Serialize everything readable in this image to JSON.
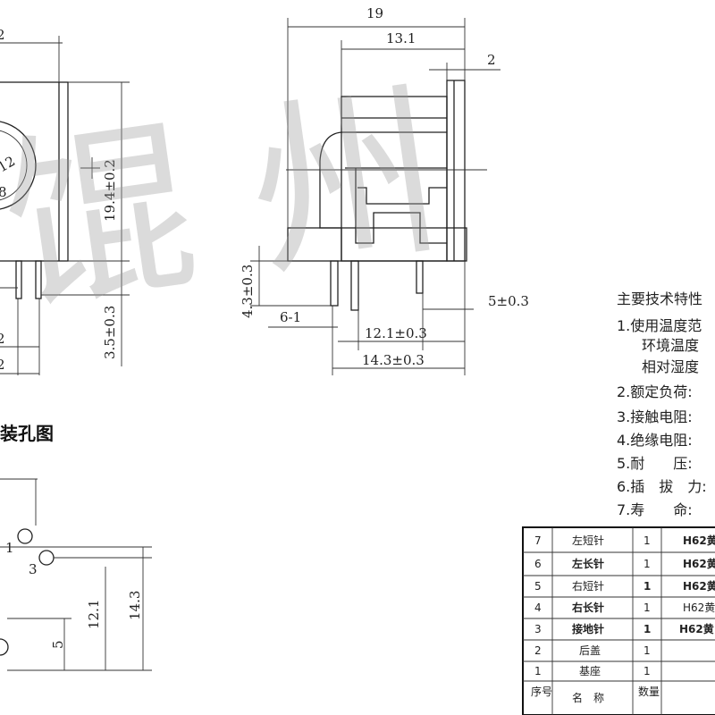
{
  "dimensions": {
    "top_left_partial": "2",
    "overall_width": "19",
    "body_width": "13.1",
    "flange": "2",
    "height": "19.4±0.2",
    "pin_length": "3.5±0.3",
    "left_bottom_a": "2",
    "left_bottom_b": "2",
    "side_height": "4.3±0.3",
    "pin_offset": "5±0.3",
    "pin_pitch_label": "6-1",
    "pin_span": "12.1±0.3",
    "base_depth": "14.3±0.3",
    "hole_12_1": "12.1",
    "hole_14_3": "14.3",
    "hole_5": "5"
  },
  "hole_diagram": {
    "title": "装孔图",
    "pin_labels": [
      "1",
      "3"
    ]
  },
  "specs": {
    "title": "主要技术特性",
    "items": [
      "1.使用温度范",
      "环境温度",
      "相对湿度",
      "2.额定负荷:",
      "3.接触电阻:",
      "4.绝缘电阻:",
      "5.耐　　压:",
      "6.插　拔　力:",
      "7.寿　　命:"
    ]
  },
  "parts_table": {
    "headers": [
      "序号",
      "名　称",
      "数量",
      ""
    ],
    "rows": [
      {
        "no": "7",
        "name": "左短针",
        "qty": "1",
        "material": "H62黄"
      },
      {
        "no": "6",
        "name": "左长针",
        "qty": "1",
        "material": "H62黄"
      },
      {
        "no": "5",
        "name": "右短针",
        "qty": "1",
        "material": "H62黄"
      },
      {
        "no": "4",
        "name": "右长针",
        "qty": "1",
        "material": "H62黄"
      },
      {
        "no": "3",
        "name": "接地针",
        "qty": "1",
        "material": "H62黄"
      },
      {
        "no": "2",
        "name": "后盖",
        "qty": "1",
        "material": ""
      },
      {
        "no": "1",
        "name": "基座",
        "qty": "1",
        "material": ""
      }
    ]
  },
  "watermark": "馄 州"
}
